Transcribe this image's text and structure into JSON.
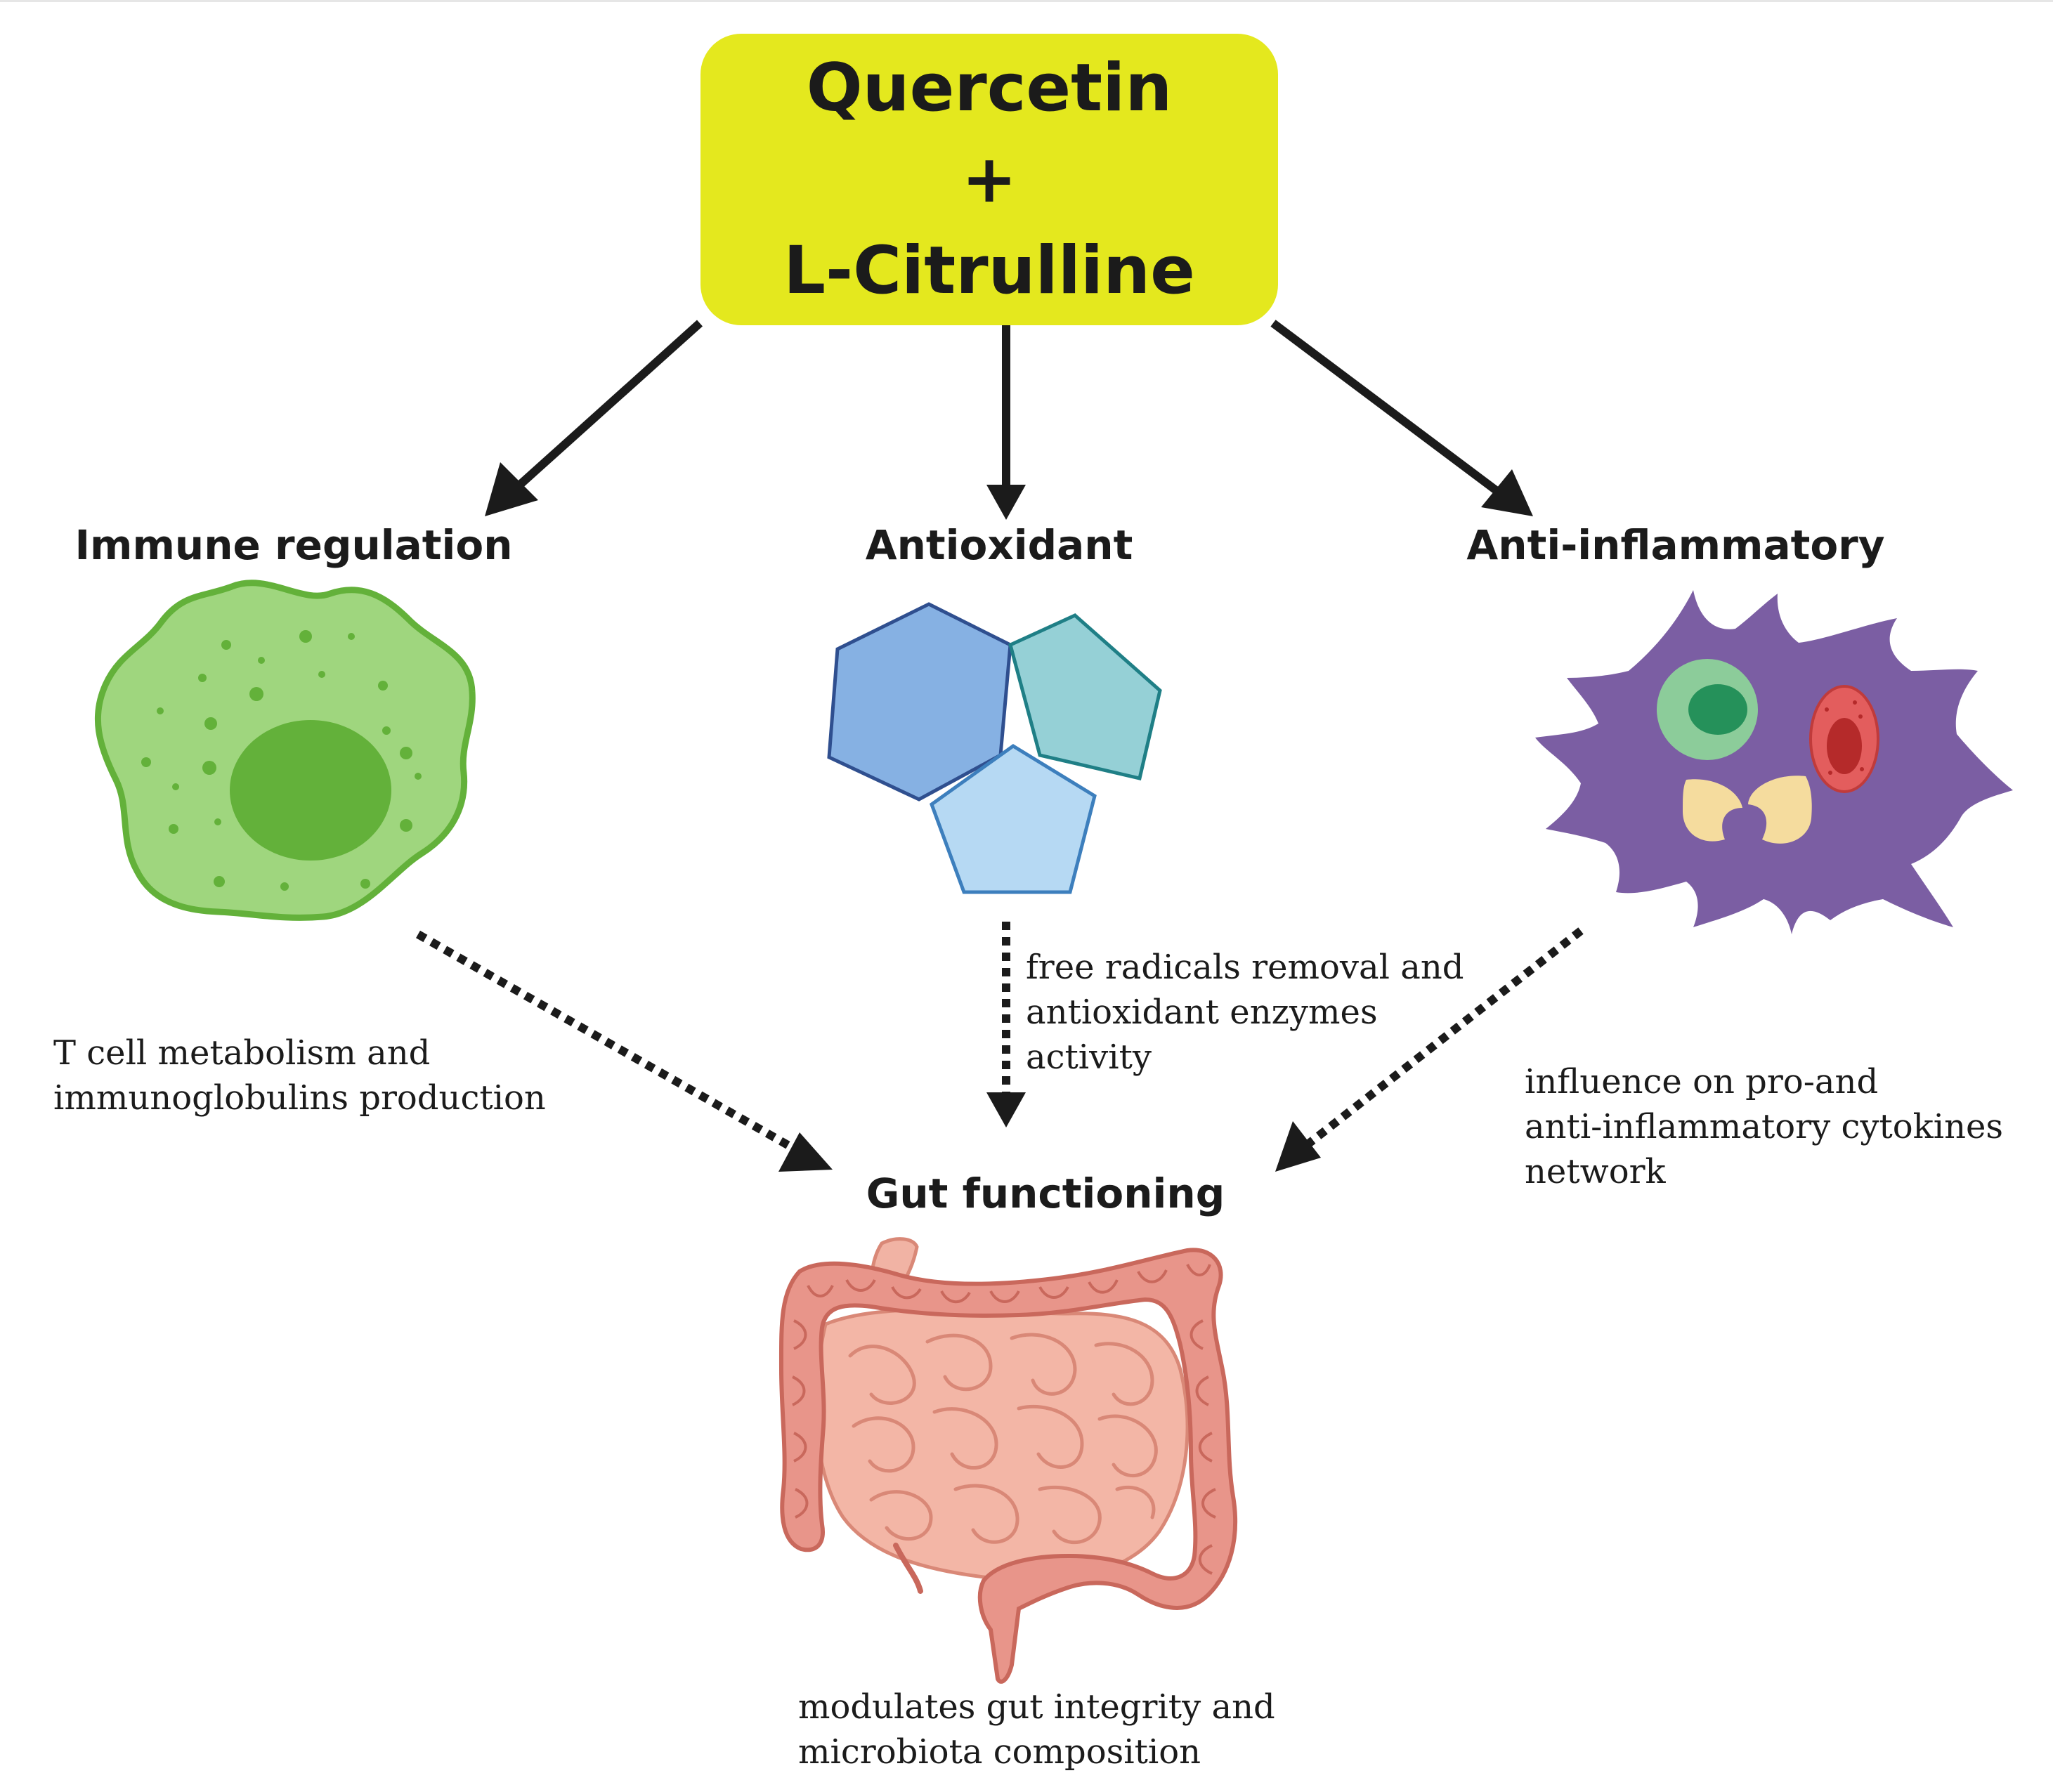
{
  "title": {
    "line1": "Quercetin",
    "line2": "+",
    "line3": "L-Citrulline",
    "color": "#e4e81e"
  },
  "effects": {
    "immune": {
      "heading": "Immune regulation",
      "note": [
        "T cell metabolism and",
        "immunoglobulins production"
      ],
      "icon": "t-cell-icon",
      "color": "#9fd67e"
    },
    "antioxidant": {
      "heading": "Antioxidant",
      "note": [
        "free radicals removal and",
        "antioxidant enzymes",
        "activity"
      ],
      "icon": "antioxidant-molecules-icon",
      "colors": [
        "#86b1e3",
        "#95d0d6",
        "#b6d9f3"
      ]
    },
    "anti_inflammatory": {
      "heading": "Anti-inflammatory",
      "note": [
        "influence on pro-and",
        "anti-inflammatory cytokines",
        "network"
      ],
      "icon": "dendritic-cell-icon",
      "color": "#7b5ea3"
    }
  },
  "gut": {
    "heading": "Gut functioning",
    "note": [
      "modulates gut integrity and",
      "microbiota composition"
    ],
    "icon": "intestine-icon",
    "color": "#e8958a"
  },
  "arrows": {
    "solid": "title-to-effects",
    "dotted": "effects-to-gut",
    "color": "#1b1b1b"
  }
}
